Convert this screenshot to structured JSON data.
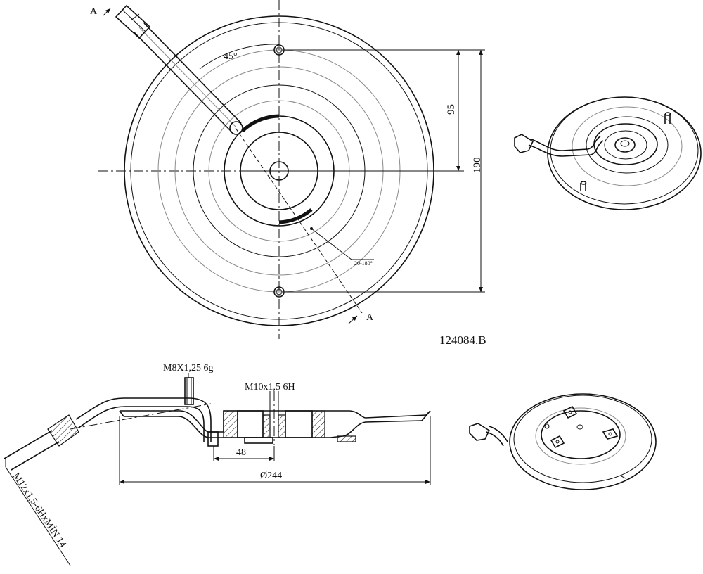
{
  "drawing": {
    "part_number": "124084.B",
    "section_label_top": "A",
    "section_label_bottom": "A",
    "angle_45": "45°",
    "angle_range": "20-180°",
    "dim_95": "95",
    "dim_190": "190",
    "thread_stud": "M8X1,25 6g",
    "thread_center": "M10x1,5 6H",
    "dim_48": "48",
    "dim_diameter": "Ø244",
    "thread_fitting": "M12x1,5-6HxMİN 14"
  }
}
